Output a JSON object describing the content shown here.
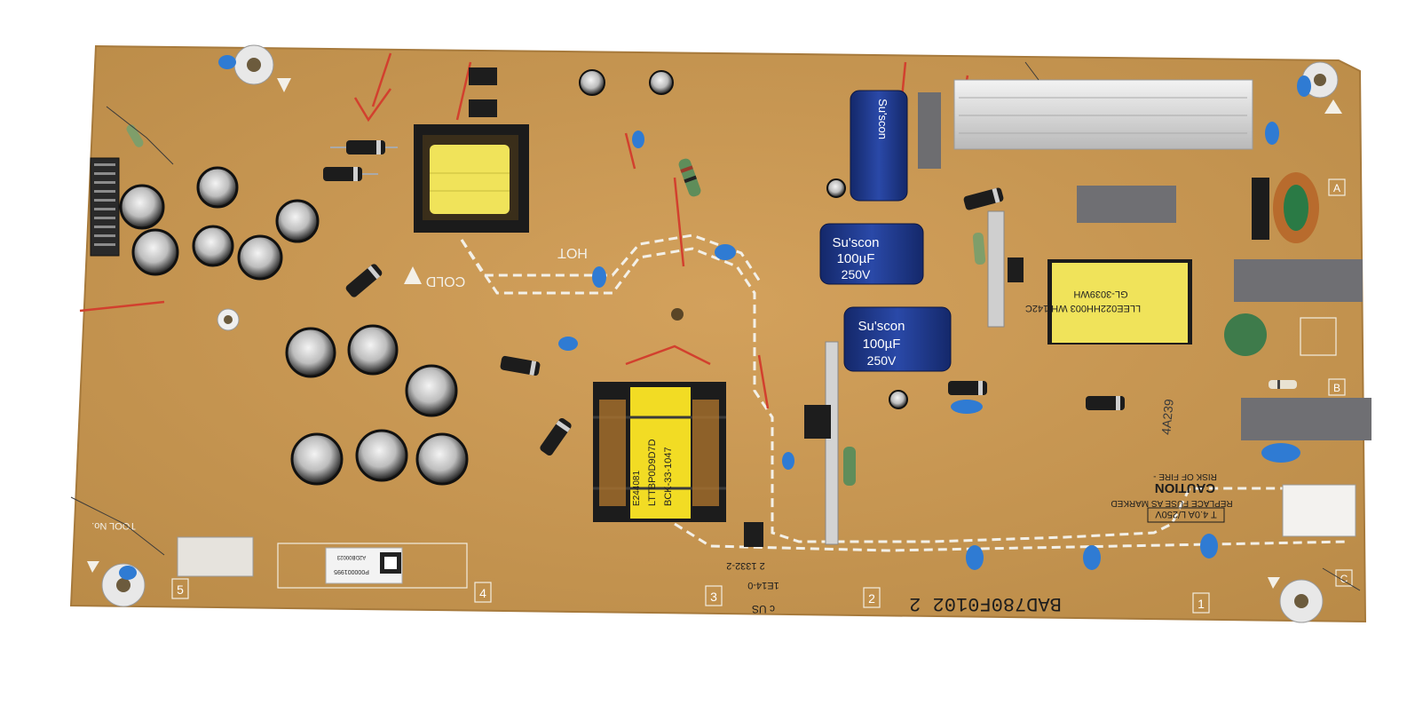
{
  "board": {
    "model_code": "BAD780F0102 2",
    "caution_title": "CAUTION",
    "caution_line1": "RISK OF FIRE -",
    "caution_line2": "REPLACE FUSE AS MARKED",
    "fuse_rating": "T 4.0A L/250V",
    "hot_label": "HOT",
    "cold_label": "COLD",
    "tool_label": "TOOL No.",
    "cap_brand": "Su'scon",
    "cap_value": "100µF",
    "cap_voltage": "250V",
    "transformer_label": "LLEE022HH003 WH 142C",
    "transformer_label2": "GL-3039WH",
    "flyback_label": "LTTBP0D9D7D",
    "flyback_label2": "BCK-33-1047",
    "flyback_label3": "E244081",
    "lot_mark": "4A239",
    "sticker_code": "A2DB00023",
    "sticker_code2": "P000001995",
    "section_markers": [
      "5",
      "4",
      "3",
      "2",
      "1",
      "A",
      "B",
      "C"
    ],
    "ul_mark": "c US",
    "date_code": "1E14-0",
    "sub_code": "2 1332-2"
  },
  "colors": {
    "pcb": "#c9964f",
    "pcb_edge": "#b58644",
    "capacitor_blue": "#1f3a8c",
    "electrolytic_black": "#1b1b1b",
    "transformer_yellow": "#f0e35a",
    "x_cap_gray": "#6f6f73",
    "heatsink": "#d8d8d8"
  }
}
